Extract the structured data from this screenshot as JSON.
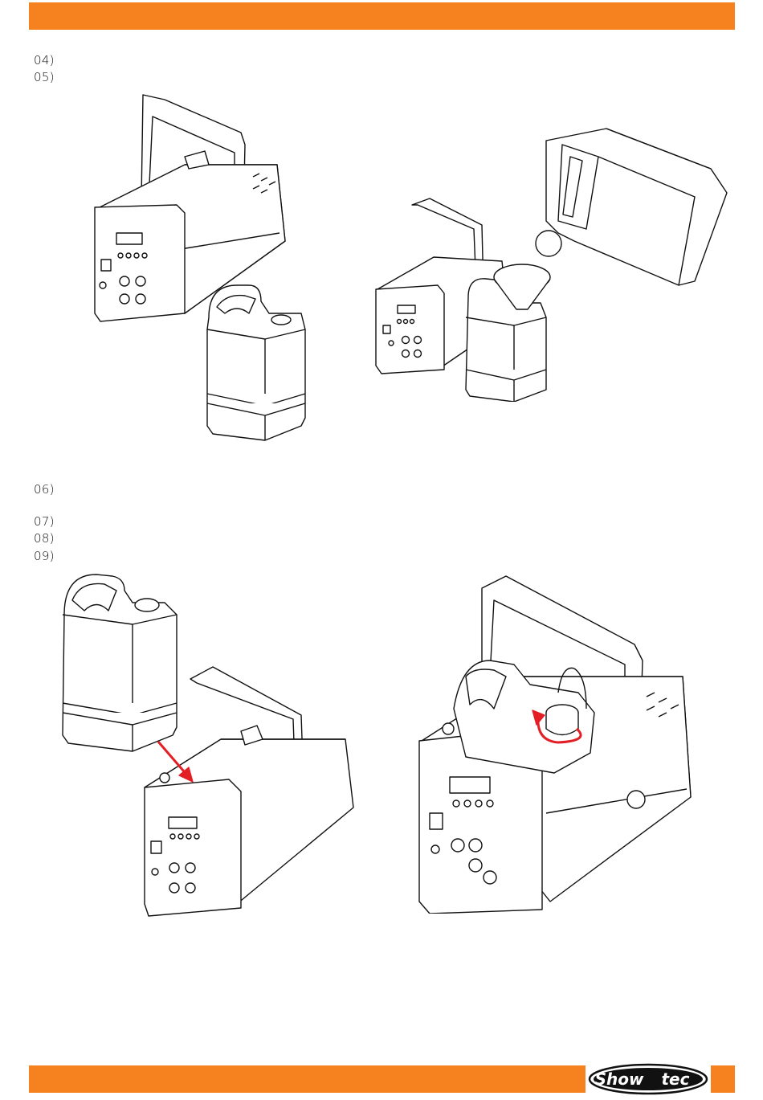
{
  "steps": [
    {
      "number": "04)"
    },
    {
      "number": "05)"
    },
    {
      "number": "06)"
    },
    {
      "number": "07)"
    },
    {
      "number": "08)"
    },
    {
      "number": "09)"
    }
  ],
  "brand": {
    "name": "Showtec",
    "logo_text_a": "Show",
    "logo_text_b": "tec"
  },
  "colors": {
    "accent": "#f5821f",
    "arrow": "#e31e24",
    "line": "#111111"
  }
}
